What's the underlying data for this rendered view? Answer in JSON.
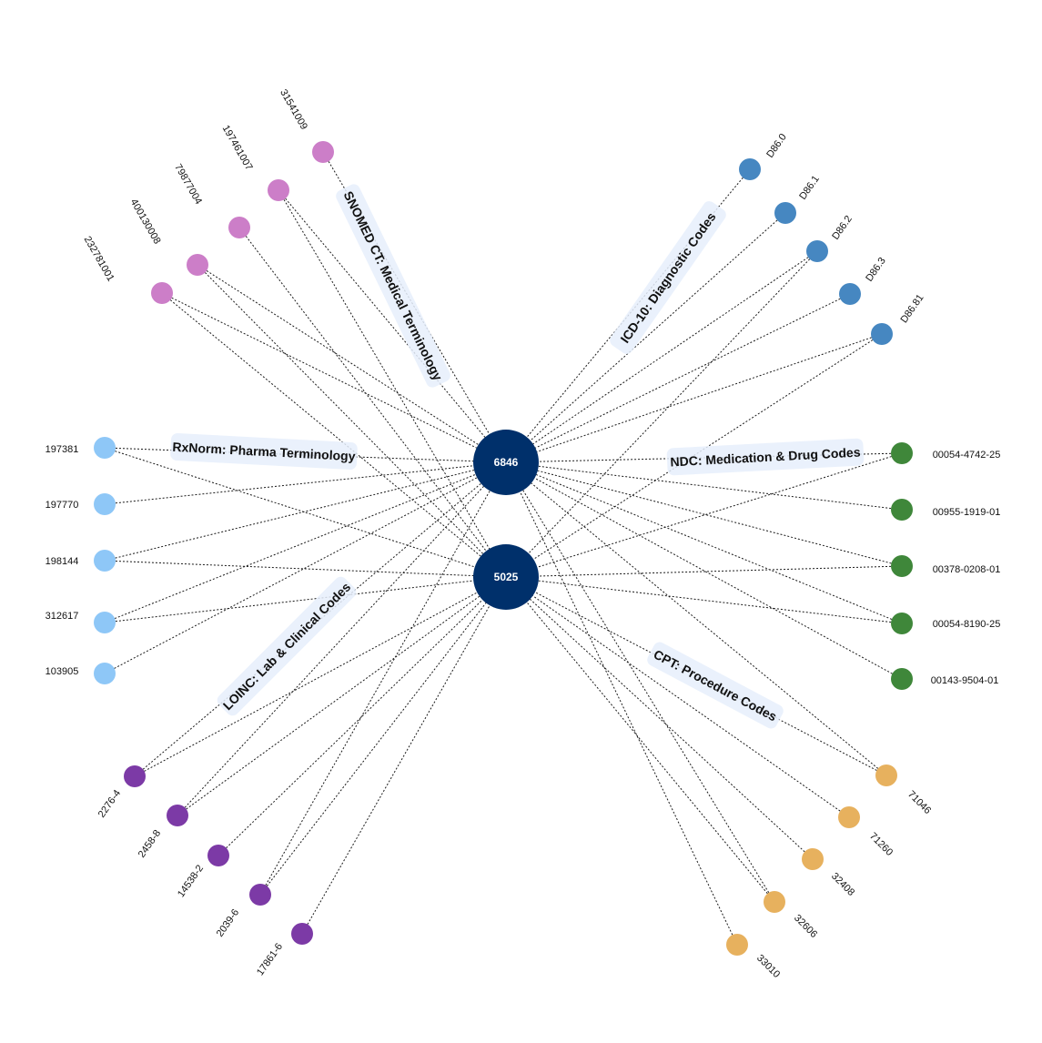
{
  "hubs": [
    {
      "id": "h1",
      "label": "6846",
      "color": "#00306b"
    },
    {
      "id": "h2",
      "label": "5025",
      "color": "#00306b"
    }
  ],
  "groups": [
    {
      "key": "snomed",
      "label": "SNOMED CT: Medical Terminology",
      "color": "#cc7ec8",
      "nodes": [
        "31541009",
        "197461007",
        "79877004",
        "400130008",
        "232781001"
      ]
    },
    {
      "key": "icd10",
      "label": "ICD-10: Diagnostic Codes",
      "color": "#4687c1",
      "nodes": [
        "D86.0",
        "D86.1",
        "D86.2",
        "D86.3",
        "D86.81"
      ]
    },
    {
      "key": "rxnorm",
      "label": "RxNorm: Pharma Terminology",
      "color": "#8ec7f7",
      "nodes": [
        "197381",
        "197770",
        "198144",
        "312617",
        "103905"
      ]
    },
    {
      "key": "ndc",
      "label": "NDC: Medication & Drug Codes",
      "color": "#3f873a",
      "nodes": [
        "00054-4742-25",
        "00955-1919-01",
        "00378-0208-01",
        "00054-8190-25",
        "00143-9504-01"
      ]
    },
    {
      "key": "loinc",
      "label": "LOINC: Lab & Clinical Codes",
      "color": "#7c3aa6",
      "nodes": [
        "2276-4",
        "2458-8",
        "14538-2",
        "2039-6",
        "17861-6"
      ]
    },
    {
      "key": "cpt",
      "label": "CPT: Procedure Codes",
      "color": "#e7b15e",
      "nodes": [
        "71046",
        "71260",
        "32408",
        "32606",
        "33010"
      ]
    }
  ],
  "edges": [
    [
      "31541009",
      "6846"
    ],
    [
      "197461007",
      "6846"
    ],
    [
      "197461007",
      "5025"
    ],
    [
      "79877004",
      "5025"
    ],
    [
      "400130008",
      "6846"
    ],
    [
      "400130008",
      "5025"
    ],
    [
      "232781001",
      "6846"
    ],
    [
      "232781001",
      "5025"
    ],
    [
      "D86.0",
      "6846"
    ],
    [
      "D86.1",
      "6846"
    ],
    [
      "D86.2",
      "6846"
    ],
    [
      "D86.2",
      "5025"
    ],
    [
      "D86.3",
      "6846"
    ],
    [
      "D86.81",
      "6846"
    ],
    [
      "D86.81",
      "5025"
    ],
    [
      "197381",
      "6846"
    ],
    [
      "197381",
      "5025"
    ],
    [
      "197770",
      "6846"
    ],
    [
      "198144",
      "6846"
    ],
    [
      "198144",
      "5025"
    ],
    [
      "312617",
      "6846"
    ],
    [
      "312617",
      "5025"
    ],
    [
      "103905",
      "6846"
    ],
    [
      "00054-4742-25",
      "6846"
    ],
    [
      "00054-4742-25",
      "5025"
    ],
    [
      "00955-1919-01",
      "6846"
    ],
    [
      "00378-0208-01",
      "6846"
    ],
    [
      "00378-0208-01",
      "5025"
    ],
    [
      "00054-8190-25",
      "6846"
    ],
    [
      "00054-8190-25",
      "5025"
    ],
    [
      "00143-9504-01",
      "6846"
    ],
    [
      "2276-4",
      "6846"
    ],
    [
      "2276-4",
      "5025"
    ],
    [
      "2458-8",
      "6846"
    ],
    [
      "2458-8",
      "5025"
    ],
    [
      "14538-2",
      "5025"
    ],
    [
      "2039-6",
      "6846"
    ],
    [
      "2039-6",
      "5025"
    ],
    [
      "17861-6",
      "5025"
    ],
    [
      "71046",
      "6846"
    ],
    [
      "71046",
      "5025"
    ],
    [
      "71260",
      "5025"
    ],
    [
      "32408",
      "5025"
    ],
    [
      "32606",
      "6846"
    ],
    [
      "32606",
      "5025"
    ],
    [
      "33010",
      "6846"
    ]
  ]
}
